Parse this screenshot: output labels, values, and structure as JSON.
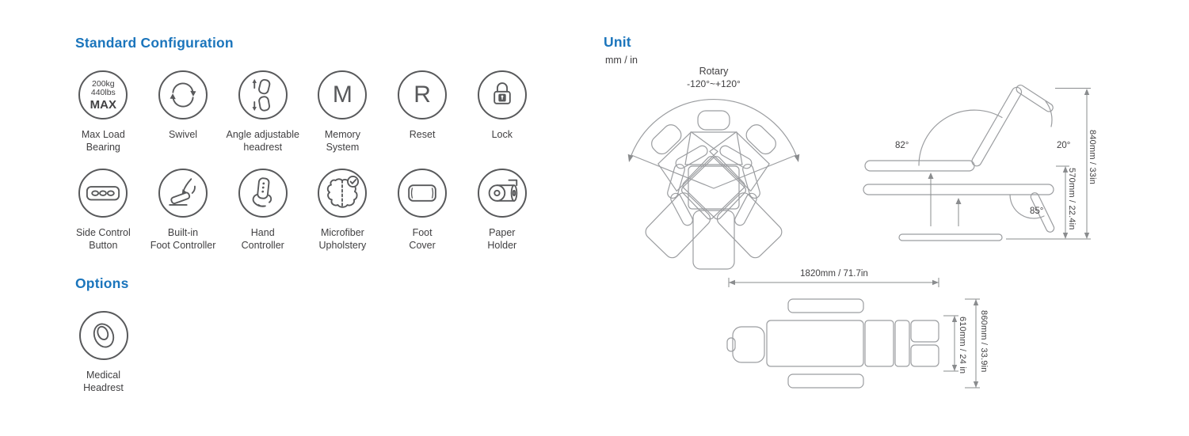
{
  "palette": {
    "accent": "#1b75bc",
    "icon_stroke": "#58595b",
    "text": "#414042",
    "drawing_stroke": "#9b9da0"
  },
  "standard_configuration": {
    "title": "Standard Configuration",
    "items": [
      {
        "icon": "max-load-icon",
        "label": "Max Load\nBearing",
        "badge": {
          "line1": "200kg",
          "line2": "440lbs",
          "line3": "MAX"
        }
      },
      {
        "icon": "swivel-icon",
        "label": "Swivel"
      },
      {
        "icon": "angle-adjustable-headrest-icon",
        "label": "Angle adjustable\nheadrest"
      },
      {
        "icon": "memory-system-icon",
        "label": "Memory\nSystem",
        "letter": "M"
      },
      {
        "icon": "reset-icon",
        "label": "Reset",
        "letter": "R"
      },
      {
        "icon": "lock-icon",
        "label": "Lock"
      },
      {
        "icon": "side-control-button-icon",
        "label": "Side Control\nButton"
      },
      {
        "icon": "foot-controller-icon",
        "label": "Built-in\nFoot Controller"
      },
      {
        "icon": "hand-controller-icon",
        "label": "Hand\nController"
      },
      {
        "icon": "microfiber-upholstery-icon",
        "label": "Microfiber\nUpholstery"
      },
      {
        "icon": "foot-cover-icon",
        "label": "Foot\nCover"
      },
      {
        "icon": "paper-holder-icon",
        "label": "Paper\nHolder"
      }
    ]
  },
  "options": {
    "title": "Options",
    "items": [
      {
        "icon": "medical-headrest-icon",
        "label": "Medical\nHeadrest"
      }
    ]
  },
  "unit": {
    "title": "Unit",
    "subtitle": "mm / in",
    "rotary": {
      "label": "Rotary",
      "range": "-120°~+120°"
    },
    "side_view": {
      "backrest_angle": "82°",
      "headrest_angle": "20°",
      "footrest_angle": "85°",
      "seat_height": "570mm / 22.4in",
      "overall_height": "840mm / 33in"
    },
    "top_view": {
      "overall_length": "1820mm / 71.7in",
      "seat_width": "610mm / 24 in",
      "overall_width": "860mm / 33.9in"
    }
  }
}
